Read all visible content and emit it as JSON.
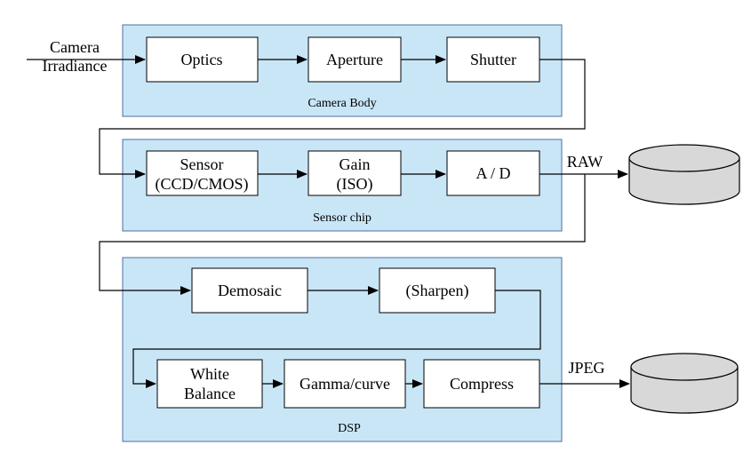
{
  "input": {
    "line1": "Camera",
    "line2": "Irradiance"
  },
  "groups": {
    "camera_body": "Camera Body",
    "sensor_chip": "Sensor chip",
    "dsp": "DSP"
  },
  "blocks": {
    "optics": [
      "Optics"
    ],
    "aperture": [
      "Aperture"
    ],
    "shutter": [
      "Shutter"
    ],
    "sensor": [
      "Sensor",
      "(CCD/CMOS)"
    ],
    "gain": [
      "Gain",
      "(ISO)"
    ],
    "ad": [
      "A / D"
    ],
    "demosaic": [
      "Demosaic"
    ],
    "sharpen": [
      "(Sharpen)"
    ],
    "white_balance": [
      "White",
      "Balance"
    ],
    "gamma": [
      "Gamma/curve"
    ],
    "compress": [
      "Compress"
    ]
  },
  "outputs": {
    "raw": "RAW",
    "jpeg": "JPEG"
  },
  "colors": {
    "group_fill": "#c9e6f7",
    "group_stroke": "#4a6fa5",
    "storage_fill": "#d8d8d8"
  }
}
